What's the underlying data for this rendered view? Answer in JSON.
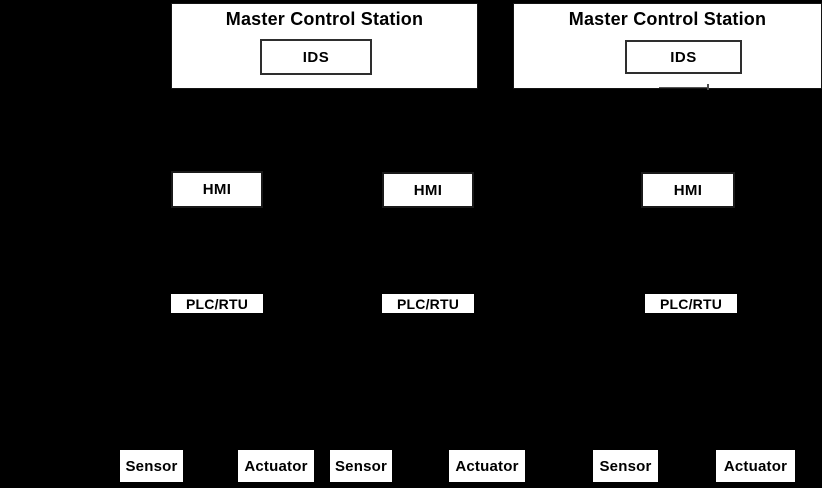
{
  "figure": {
    "background_color": "#000000",
    "node_fill_color": "#ffffff",
    "node_text_color": "#000000",
    "connector_stub_color": "#555555"
  },
  "stations": [
    {
      "title": "Master Control Station",
      "ids_label": "IDS"
    },
    {
      "title": "Master Control Station",
      "ids_label": "IDS"
    }
  ],
  "hmi_nodes": [
    {
      "label": "HMI"
    },
    {
      "label": "HMI"
    },
    {
      "label": "HMI"
    }
  ],
  "controller_nodes": [
    {
      "label": "PLC/RTU"
    },
    {
      "label": "PLC/RTU"
    },
    {
      "label": "PLC/RTU"
    }
  ],
  "field_devices": [
    {
      "label": "Sensor"
    },
    {
      "label": "Actuator"
    },
    {
      "label": "Sensor"
    },
    {
      "label": "Actuator"
    },
    {
      "label": "Sensor"
    },
    {
      "label": "Actuator"
    }
  ]
}
